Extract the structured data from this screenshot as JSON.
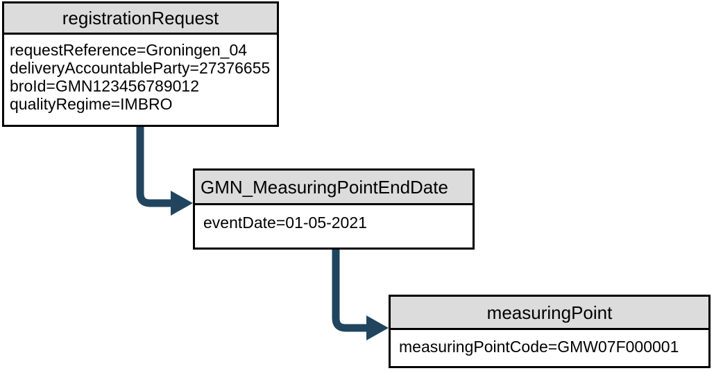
{
  "diagram": {
    "type": "uml-object-diagram",
    "background_color": "#ffffff",
    "border_color": "#000000",
    "header_fill": "#dcdcdc",
    "connector_color": "#21455f",
    "boxes": [
      {
        "id": "registrationRequest",
        "title": "registrationRequest",
        "title_align": "center",
        "attributes": [
          "requestReference=Groningen_04",
          "deliveryAccountableParty=27376655",
          "broId=GMN123456789012",
          "qualityRegime=IMBRO"
        ]
      },
      {
        "id": "GMN_MeasuringPointEndDate",
        "title": "GMN_MeasuringPointEndDate",
        "title_align": "left",
        "attributes": [
          "eventDate=01-05-2021"
        ]
      },
      {
        "id": "measuringPoint",
        "title": "measuringPoint",
        "title_align": "center",
        "attributes": [
          "measuringPointCode=GMW07F000001"
        ]
      }
    ],
    "connectors": [
      {
        "id": "conn-1",
        "from": "registrationRequest",
        "to": "GMN_MeasuringPointEndDate",
        "style": "elbow-arrow"
      },
      {
        "id": "conn-2",
        "from": "GMN_MeasuringPointEndDate",
        "to": "measuringPoint",
        "style": "elbow-arrow"
      }
    ]
  }
}
